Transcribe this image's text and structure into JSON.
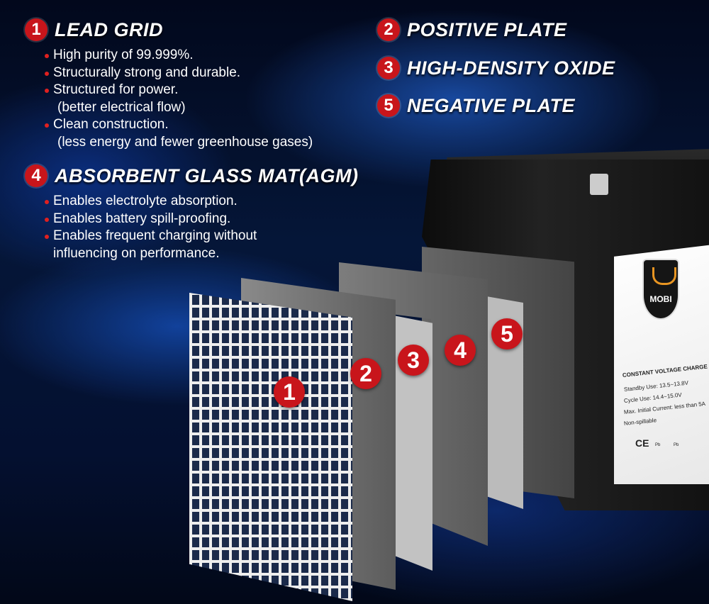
{
  "sections": [
    {
      "num": "1",
      "title": "LEAD GRID",
      "bullets": [
        "High purity of 99.999%.",
        "Structurally strong and durable.",
        "Structured for power."
      ],
      "sub_after_3": "(better electrical flow)",
      "bullet4": "Clean construction.",
      "sub_after_4": "(less energy and fewer greenhouse gases)"
    },
    {
      "num": "4",
      "title": "ABSORBENT GLASS MAT(AGM)",
      "bullets": [
        "Enables electrolyte absorption.",
        "Enables battery spill-proofing.",
        "Enables frequent charging without"
      ],
      "continuation": "influencing on performance."
    }
  ],
  "right_headings": [
    {
      "num": "2",
      "title": "POSITIVE PLATE"
    },
    {
      "num": "3",
      "title": "HIGH-DENSITY OXIDE"
    },
    {
      "num": "5",
      "title": "NEGATIVE PLATE"
    }
  ],
  "plate_badges": [
    "1",
    "2",
    "3",
    "4",
    "5"
  ],
  "battery_label": {
    "brand": "MOBI",
    "heading": "CONSTANT VOLTAGE CHARGE",
    "lines": [
      "Standby Use: 13.5~13.8V",
      "Cycle Use: 14.4~15.0V",
      "Max. Initial Current: less than 5A",
      "Non-spillable"
    ],
    "marks": [
      "CE",
      "Pb",
      "Pb"
    ]
  },
  "colors": {
    "accent": "#c8151b",
    "brand_orange": "#e89522"
  }
}
